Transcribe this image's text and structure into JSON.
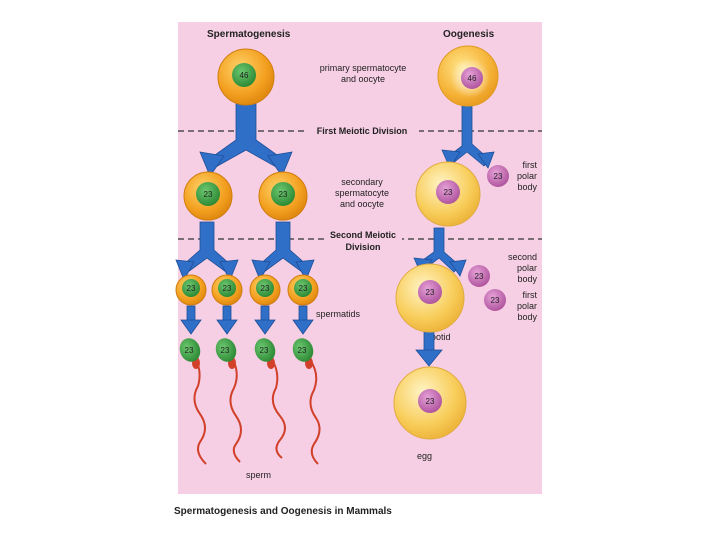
{
  "headers": {
    "spermatogenesis": "Spermatogenesis",
    "oogenesis": "Oogenesis"
  },
  "labels": {
    "primary_line1": "primary spermatocyte",
    "primary_line2": "and oocyte",
    "first_division": "First Meiotic Division",
    "secondary_line1": "secondary",
    "secondary_line2": "spermatocyte",
    "secondary_line3": "and oocyte",
    "second_division_line1": "Second Meiotic",
    "second_division_line2": "Division",
    "spermatids": "spermatids",
    "sperm": "sperm",
    "ootid": "ootid",
    "egg": "egg",
    "first_polar_line1": "first",
    "first_polar_line2": "polar",
    "first_polar_line3": "body",
    "second_polar_line1": "second",
    "second_polar_line2": "polar",
    "second_polar_line3": "body"
  },
  "chromosome_counts": {
    "diploid": "46",
    "haploid": "23"
  },
  "caption": "Spermatogenesis and Oogenesis in Mammals",
  "colors": {
    "panel": "#f6cfe4",
    "orange_cell": "#f3a020",
    "green_nucleus": "#3d9c44",
    "yellow_cell": "#f8c955",
    "pink_nucleus": "#c46ab3",
    "arrow_blue": "#2f6fc8",
    "sperm_tail": "#d2402a"
  }
}
